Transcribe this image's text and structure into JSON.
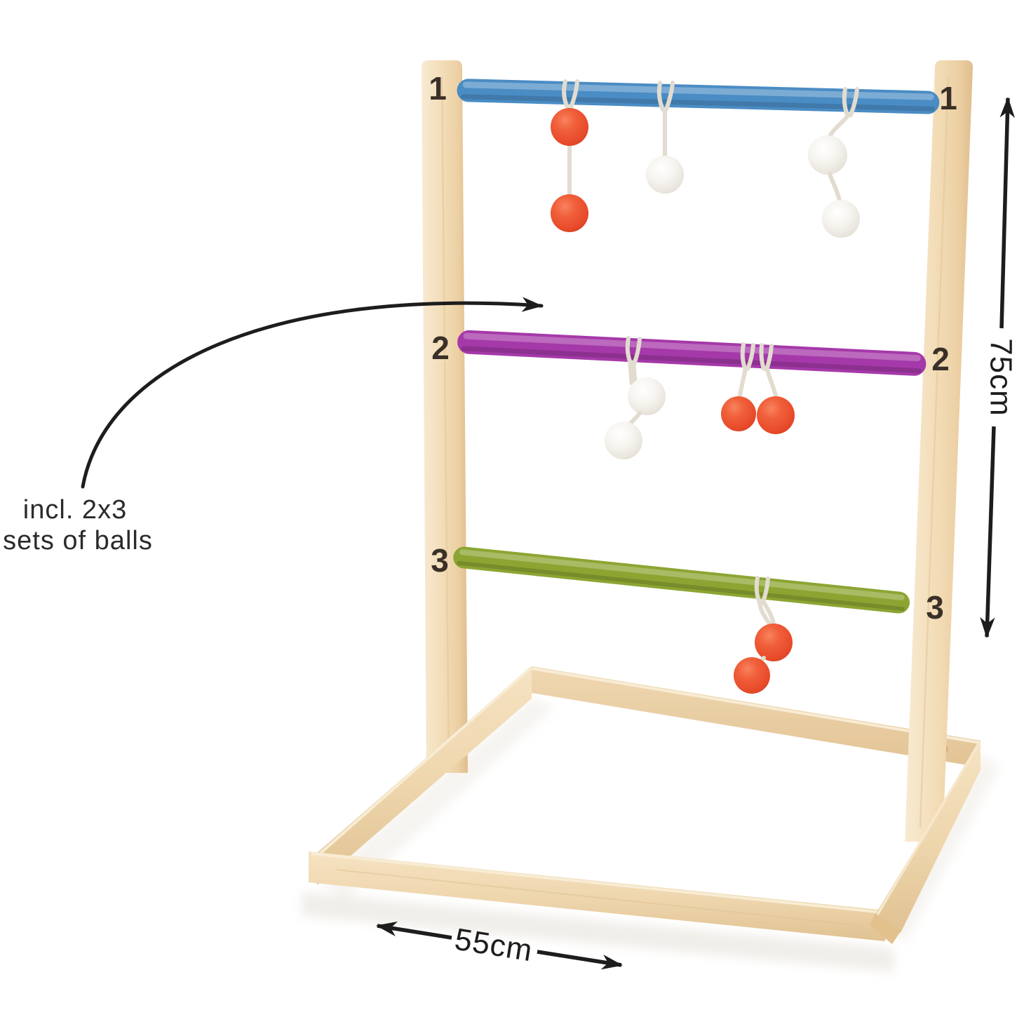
{
  "image": {
    "description": "Wooden ladder toss game (ladder golf) product diagram with numbered rungs, hanging bolas and dimension annotations",
    "background": "#ffffff"
  },
  "annotations": {
    "note": {
      "line1": "incl. 2x3",
      "line2": "sets of balls"
    },
    "height_dimension": "75cm",
    "width_dimension": "55cm",
    "ink_color": "#1d1d1d"
  },
  "ladder": {
    "wood_color": "#f1dcba",
    "rungs": [
      {
        "number": "1",
        "color": "#4a8cc4",
        "color_name": "blue"
      },
      {
        "number": "2",
        "color": "#a539a9",
        "color_name": "purple"
      },
      {
        "number": "3",
        "color": "#8ca532",
        "color_name": "green"
      }
    ],
    "balls": {
      "orange": "#ec5130",
      "white": "#f3f1ec",
      "string": "#e2dcd0"
    }
  }
}
